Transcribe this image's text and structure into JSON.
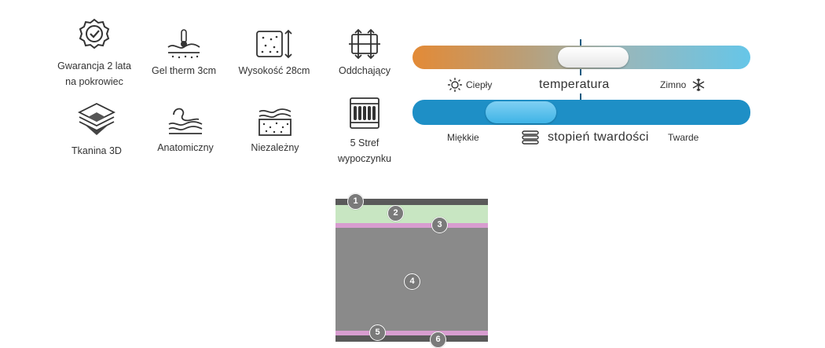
{
  "features": [
    {
      "icon": "warranty-badge-icon",
      "label_line1": "Gwarancja 2 lata",
      "label_line2": "na pokrowiec"
    },
    {
      "icon": "gel-therm-icon",
      "label_line1": "Gel therm 3cm",
      "label_line2": ""
    },
    {
      "icon": "height-icon",
      "label_line1": "Wysokość 28cm",
      "label_line2": ""
    },
    {
      "icon": "removable-cover-icon",
      "label_line1": "Oddchający",
      "label_line2": ""
    },
    {
      "icon": "fabric-3d-icon",
      "label_line1": "Tkanina 3D",
      "label_line2": ""
    },
    {
      "icon": "anatomic-icon",
      "label_line1": "Anatomiczny",
      "label_line2": ""
    },
    {
      "icon": "independent-springs-icon",
      "label_line1": "Niezależny",
      "label_line2": ""
    },
    {
      "icon": "zones-icon",
      "label_line1": "5 Stref",
      "label_line2": "wypoczynku"
    }
  ],
  "temperature": {
    "warm_label": "Ciepły",
    "title": "temperatura",
    "cold_label": "Zimno",
    "level": 0.5
  },
  "firmness": {
    "soft_label": "Miękkie",
    "title": "stopień twardości",
    "hard_label": "Twarde",
    "level": 0.32
  },
  "layers": {
    "colors": {
      "cover": "#5a5a5a",
      "gel": "#c8e6c2",
      "felt": "#d89dd0",
      "core": "#8a8a8a"
    },
    "badges": [
      "1",
      "2",
      "3",
      "4",
      "5",
      "6"
    ]
  }
}
